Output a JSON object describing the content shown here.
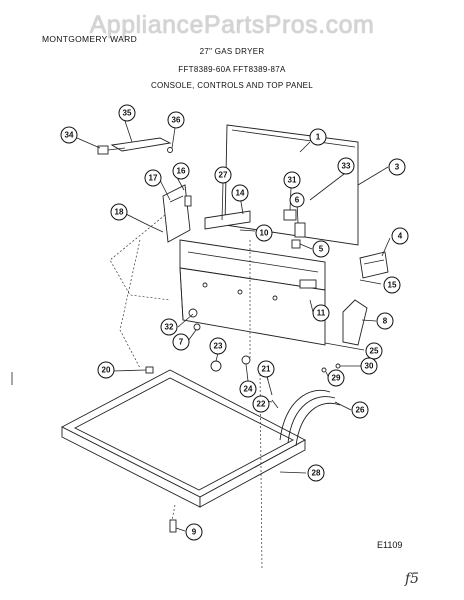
{
  "watermark": "AppliancePartsPros.com",
  "brand": "MONTGOMERY WARD",
  "header": {
    "line1": "27\" GAS DRYER",
    "line2": "FFT8389-60A  FFT8389-87A",
    "line3": "CONSOLE, CONTROLS AND TOP PANEL"
  },
  "figure_code": "E1109",
  "handwritten_note": "f5",
  "callouts": {
    "c1": "1",
    "c3": "3",
    "c4": "4",
    "c5": "5",
    "c6": "6",
    "c7": "7",
    "c8": "8",
    "c9": "9",
    "c10": "10",
    "c11": "11",
    "c14": "14",
    "c15": "15",
    "c16": "16",
    "c17": "17",
    "c18": "18",
    "c20": "20",
    "c21": "21",
    "c22": "22",
    "c23": "23",
    "c24": "24",
    "c25": "25",
    "c26": "26",
    "c27": "27",
    "c28": "28",
    "c29": "29",
    "c30": "30",
    "c31": "31",
    "c32": "32",
    "c33": "33",
    "c34": "34",
    "c35": "35",
    "c36": "36"
  }
}
